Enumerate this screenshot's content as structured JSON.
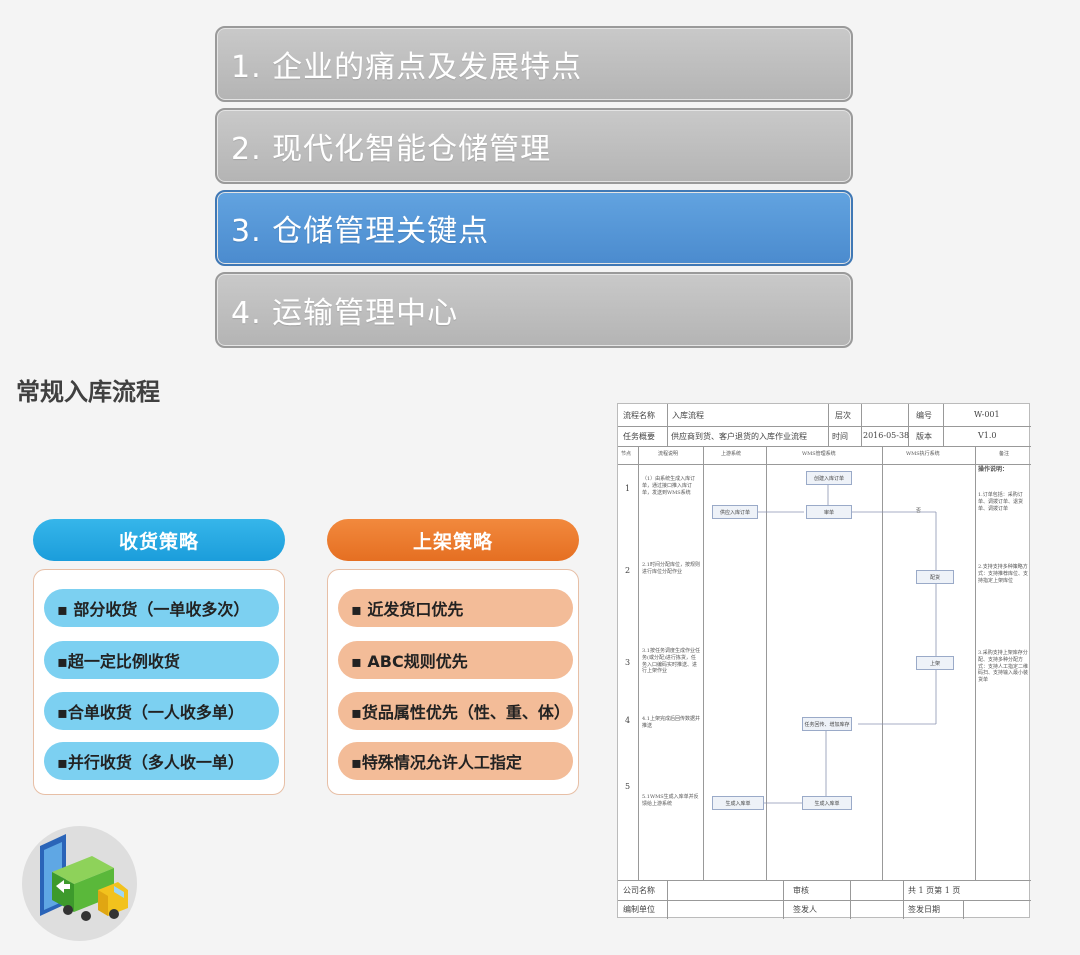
{
  "menu": {
    "items": [
      {
        "label": "1.  企业的痛点及发展特点"
      },
      {
        "label": "2.  现代化智能仓储管理"
      },
      {
        "label": "3.  仓储管理关键点"
      },
      {
        "label": "4.  运输管理中心"
      }
    ],
    "active_index": 2,
    "active_color": "#5a9ad9",
    "inactive_color": "#bdbdbd"
  },
  "section_title": "常规入库流程",
  "receiving": {
    "title": "收货策略",
    "color": "#26a7e1",
    "items": [
      "▪ 部分收货（一单收多次）",
      "▪超一定比例收货",
      "▪合单收货（一人收多单）",
      "▪并行收货（多人收一单）"
    ]
  },
  "putaway": {
    "title": "上架策略",
    "color": "#ec7a2c",
    "items": [
      "▪ 近发货口优先",
      "▪ ABC规则优先",
      "▪货品属性优先（性、重、体）",
      "▪特殊情况允许人工指定"
    ]
  },
  "truck_icon": "truck-icon",
  "flow_doc": {
    "header": {
      "name_label": "流程名称",
      "name_value": "入库流程",
      "level_label": "层次",
      "code_label": "编号",
      "code_value": "W-001",
      "summary_label": "任务概要",
      "summary_value": "供应商到货、客户退货的入库作业流程",
      "time_label": "时间",
      "time_value": "2016-05-38",
      "version_label": "版本",
      "version_value": "V1.0"
    },
    "columns": [
      "节点",
      "流程说明",
      "上游系统",
      "WMS管理系统",
      "WMS执行系统",
      "备注"
    ],
    "node_numbers": [
      "1",
      "2",
      "3",
      "4",
      "5"
    ],
    "descriptions": [
      "（1）由系统生成入库订单，通过接口推入库订单，发送到WMS系统",
      "2.1时间分配库位，按规则进行库位分配作业",
      "3.1按任务调度生成作业任务(或分配)进行拣货，任务入口编码实时推送、进行上架作业",
      "4.1上架完成后回传数据并推送",
      "5.1WMS生成入库单并反馈给上游系统"
    ],
    "nodes": {
      "create_order": "创建入库订单",
      "sync_order": "供应入库订单",
      "review": "审单",
      "allocate": "配货",
      "putaway": "上架",
      "feedback": "任务回传、增加库存",
      "gen_receipt": "生成入库单",
      "upstream_receipt": "生成入库单"
    },
    "branch_label": "否",
    "remark_title": "操作说明：",
    "remarks": [
      "1.订单包括：采购订单、调拨订单、退货单、调拨订单",
      "2.支持支持多种策略方式：支持推荐库位、支持指定上架库位",
      "3.采购支持上架库存分配、支持多种分配方式：支持人工指定二维码扫、支持输入最小装货单"
    ],
    "footer": {
      "company_label": "公司名称",
      "review_label": "审核",
      "pages_text": "共  1  页第  1  页",
      "dept_label": "编制单位",
      "issuer_label": "签发人",
      "date_label": "签发日期"
    }
  }
}
